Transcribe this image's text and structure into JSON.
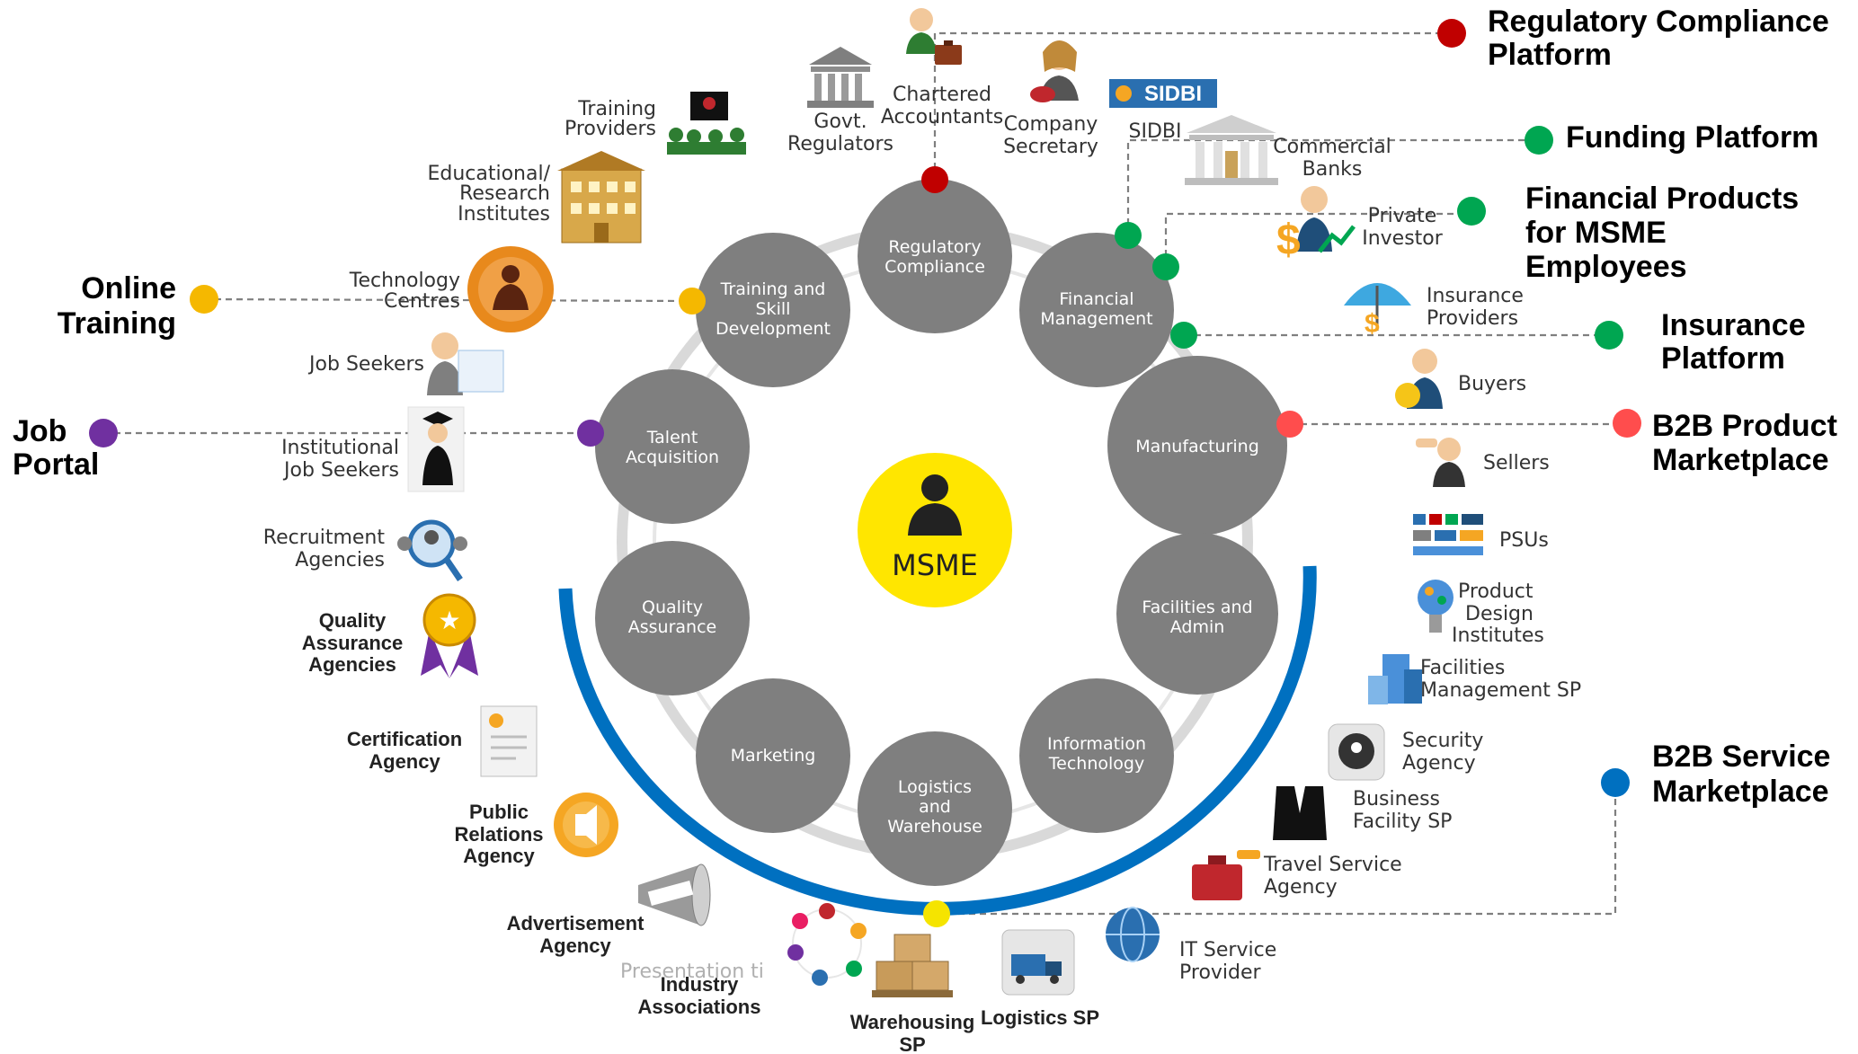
{
  "center": {
    "label": "MSME"
  },
  "functions": [
    {
      "lines": [
        "Regulatory",
        "Compliance"
      ]
    },
    {
      "lines": [
        "Financial",
        "Management"
      ]
    },
    {
      "lines": [
        "Manufacturing"
      ]
    },
    {
      "lines": [
        "Facilities and",
        "Admin"
      ]
    },
    {
      "lines": [
        "Information",
        "Technology"
      ]
    },
    {
      "lines": [
        "Logistics",
        "and",
        "Warehouse"
      ]
    },
    {
      "lines": [
        "Marketing"
      ]
    },
    {
      "lines": [
        "Quality",
        "Assurance"
      ]
    },
    {
      "lines": [
        "Talent",
        "Acquisition"
      ]
    },
    {
      "lines": [
        "Training and",
        "Skill",
        "Development"
      ]
    }
  ],
  "platforms": {
    "regulatory": {
      "lines": [
        "Regulatory Compliance",
        "Platform"
      ],
      "color": "#c00000"
    },
    "funding": {
      "lines": [
        "Funding Platform"
      ],
      "color": "#00a651"
    },
    "financial_products": {
      "lines": [
        "Financial Products",
        "for MSME",
        "Employees"
      ],
      "color": "#00a651"
    },
    "insurance": {
      "lines": [
        "Insurance",
        "Platform"
      ],
      "color": "#00a651"
    },
    "b2b_product": {
      "lines": [
        "B2B Product",
        "Marketplace"
      ],
      "color": "#ff4d4d"
    },
    "b2b_service": {
      "lines": [
        "B2B Service",
        "Marketplace"
      ],
      "color": "#0070c0"
    },
    "online_training": {
      "lines": [
        "Online",
        "Training"
      ],
      "color": "#f5b800"
    },
    "job_portal": {
      "lines": [
        "Job",
        "Portal"
      ],
      "color": "#7030a0"
    }
  },
  "stakeholders": {
    "govt_regulators": [
      "Govt.",
      "Regulators"
    ],
    "chartered_accountants": [
      "Chartered",
      "Accountants"
    ],
    "company_secretary": [
      "Company",
      "Secretary"
    ],
    "sidbi_logo": "SIDBI",
    "sidbi": [
      "SIDBI"
    ],
    "commercial_banks": [
      "Commercial",
      "Banks"
    ],
    "private_investor": [
      "Private",
      "Investor"
    ],
    "insurance_providers": [
      "Insurance",
      "Providers"
    ],
    "buyers": [
      "Buyers"
    ],
    "sellers": [
      "Sellers"
    ],
    "psus": [
      "PSUs"
    ],
    "product_design": [
      "Product",
      "Design",
      "Institutes"
    ],
    "facilities_mgmt": [
      "Facilities",
      "Management SP"
    ],
    "security_agency": [
      "Security",
      "Agency"
    ],
    "business_facility": [
      "Business",
      "Facility SP"
    ],
    "travel_service": [
      "Travel Service",
      "Agency"
    ],
    "it_service": [
      "IT Service",
      "Provider"
    ],
    "logistics_sp": [
      "Logistics SP"
    ],
    "warehousing_sp": [
      "Warehousing",
      "SP"
    ],
    "industry_assoc": [
      "Industry",
      "Associations"
    ],
    "presentation_tip": [
      "Presentation ti"
    ],
    "advertisement": [
      "Advertisement",
      "Agency"
    ],
    "public_relations": [
      "Public",
      "Relations",
      "Agency"
    ],
    "certification": [
      "Certification",
      "Agency"
    ],
    "quality_agencies": [
      "Quality",
      "Assurance",
      "Agencies"
    ],
    "recruitment": [
      "Recruitment",
      "Agencies"
    ],
    "institutional_job_seekers": [
      "Institutional",
      "Job Seekers"
    ],
    "job_seekers": [
      "Job Seekers"
    ],
    "technology_centres": [
      "Technology",
      "Centres"
    ],
    "educational": [
      "Educational/",
      "Research",
      "Institutes"
    ],
    "training_providers": [
      "Training",
      "Providers"
    ]
  },
  "colors": {
    "hub": "#7f7f7f",
    "center": "#ffe600",
    "arc": "#0070c0",
    "connector": "#7f7f7f"
  }
}
